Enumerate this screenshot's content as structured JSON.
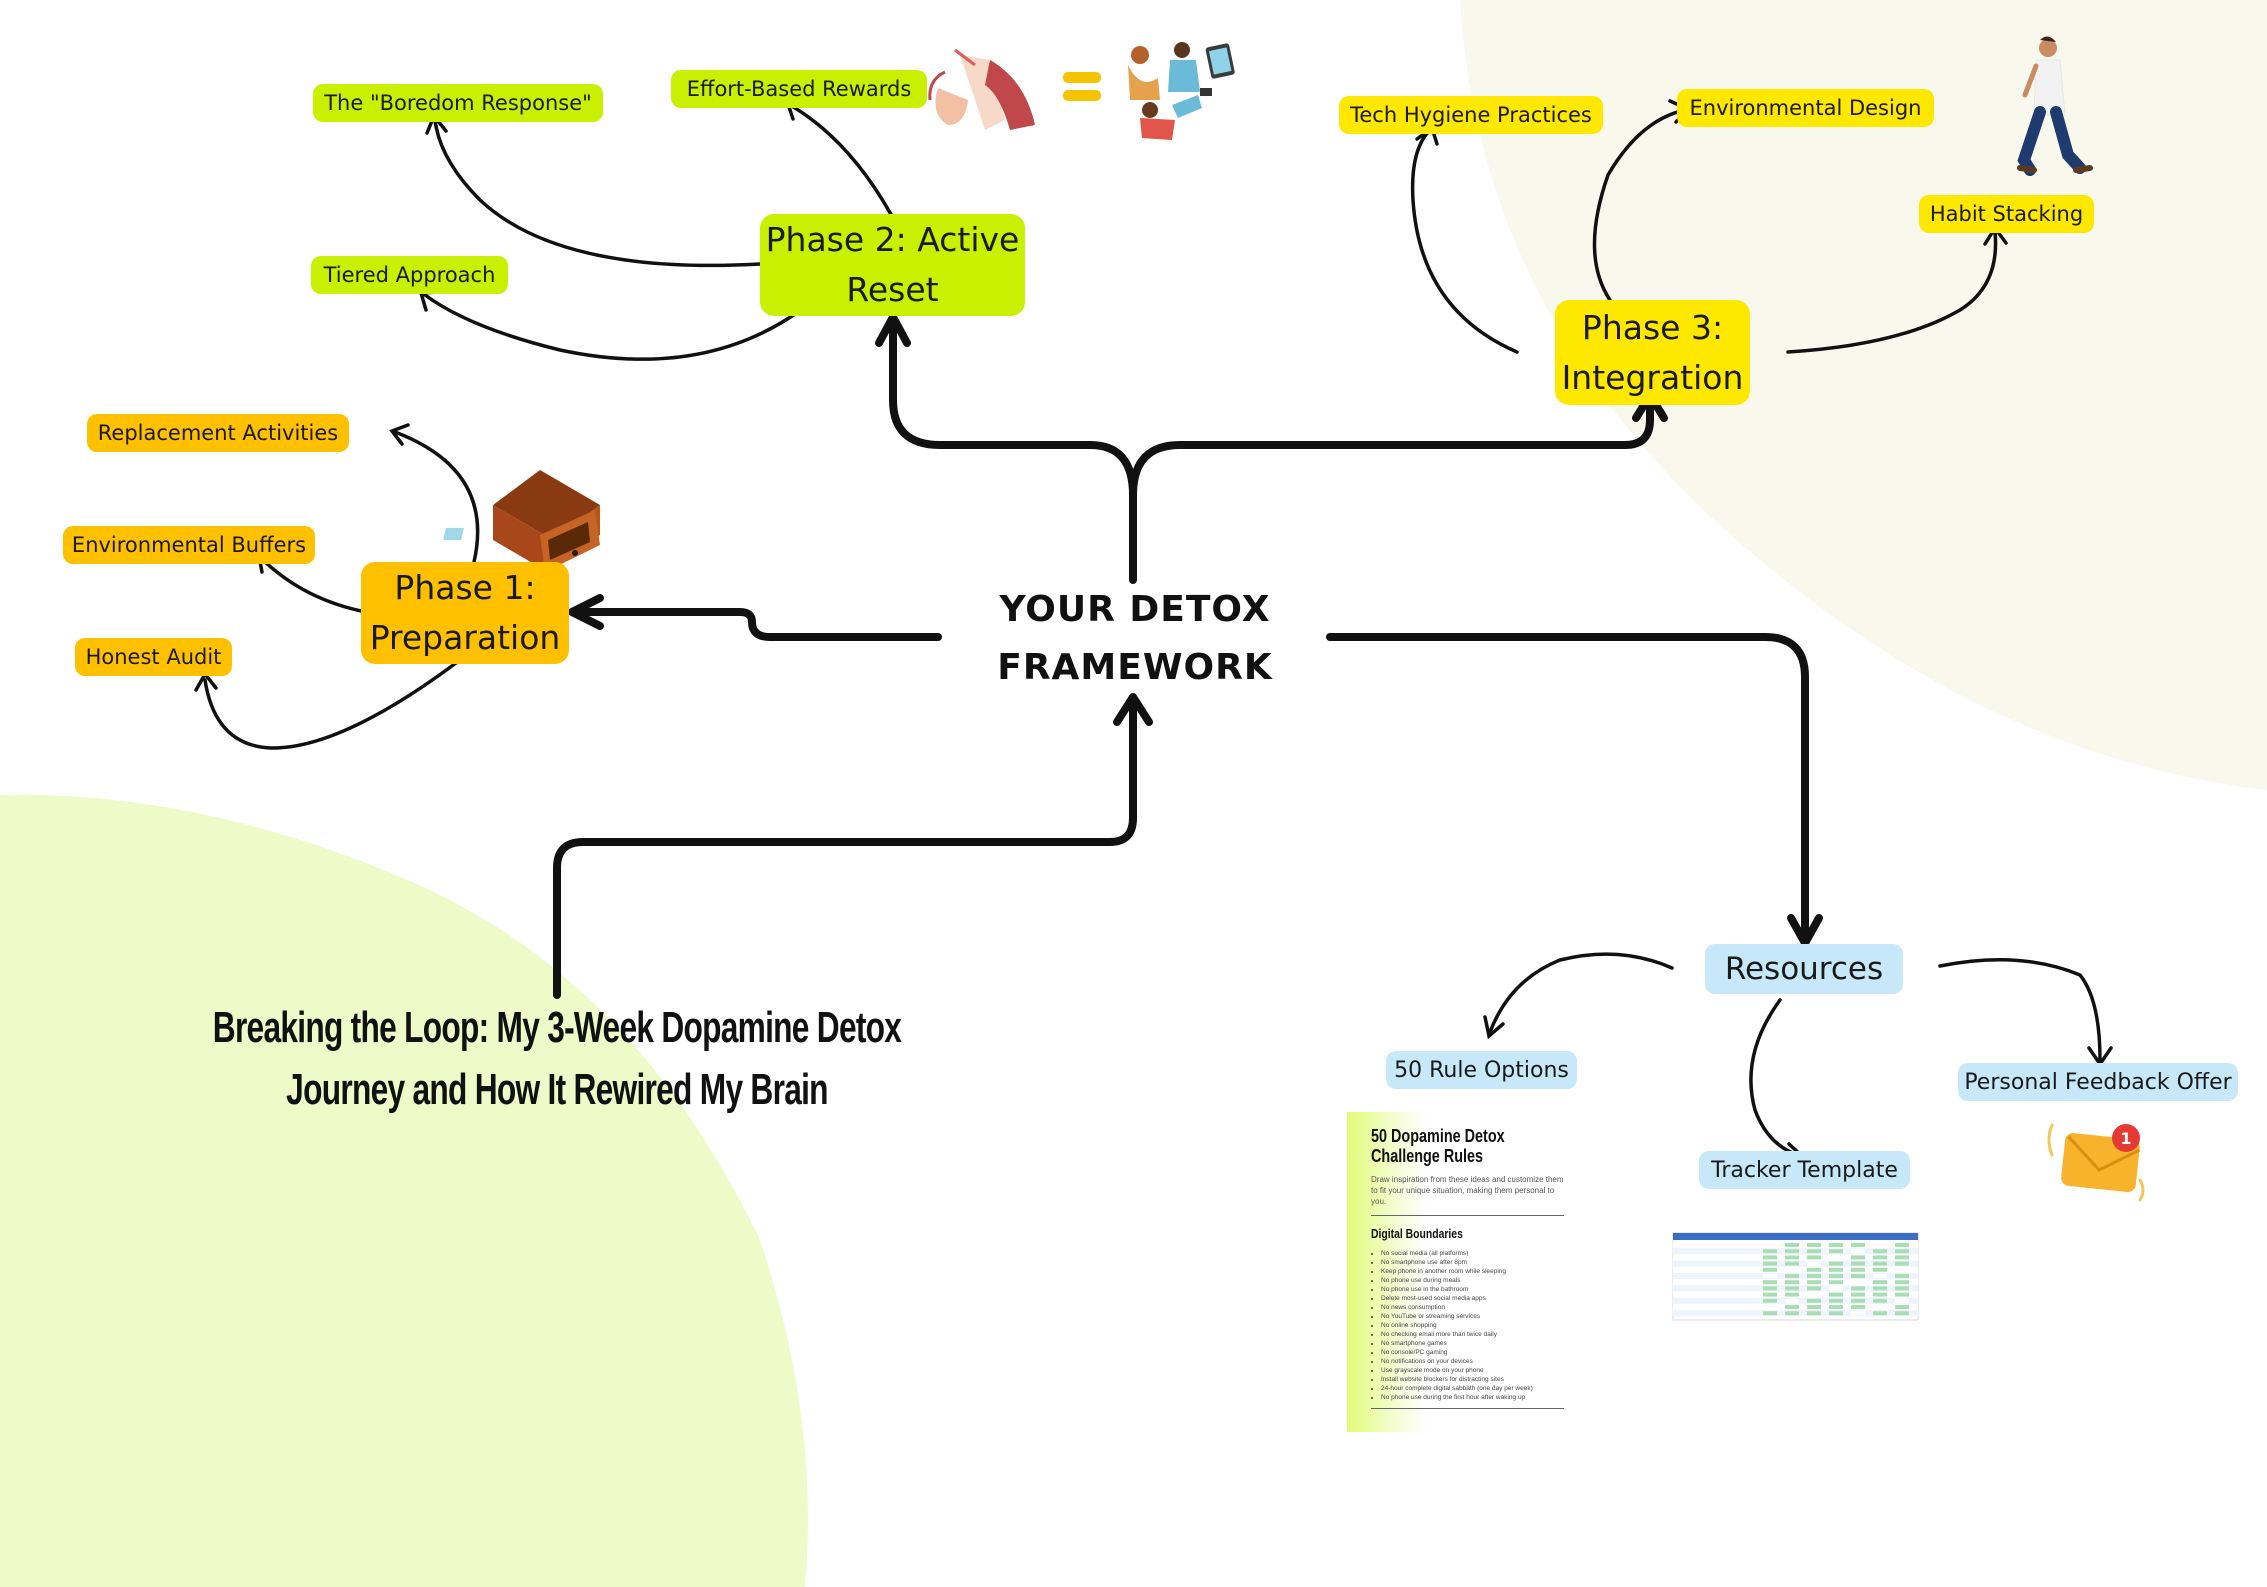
{
  "center": {
    "line1": "YOUR DETOX",
    "line2": "FRAMEWORK"
  },
  "blog_title": {
    "line1": "Breaking the Loop: My 3-Week Dopamine Detox",
    "line2": "Journey and How It Rewired My Brain"
  },
  "phase1": {
    "line1": "Phase 1:",
    "line2": "Preparation",
    "color": "#FFC000",
    "children": [
      "Replacement Activities",
      "Environmental Buffers",
      "Honest Audit"
    ]
  },
  "phase2": {
    "line1": "Phase 2: Active",
    "line2": "Reset",
    "color": "#C8F000",
    "children": [
      "The \"Boredom Response\"",
      "Effort-Based Rewards",
      "Tiered Approach"
    ]
  },
  "phase3": {
    "line1": "Phase 3:",
    "line2": "Integration",
    "color": "#FFE800",
    "children": [
      "Tech Hygiene Practices",
      "Environmental Design",
      "Habit Stacking"
    ]
  },
  "resources": {
    "label": "Resources",
    "color": "#C6E8F8",
    "children": [
      "50 Rule Options",
      "Tracker Template",
      "Personal Feedback Offer"
    ]
  },
  "rules_doc": {
    "title1": "50 Dopamine Detox",
    "title2": "Challenge Rules",
    "intro": "Draw inspiration from these ideas and customize them to fit your unique situation, making them personal to you.",
    "section": "Digital Boundaries",
    "items": [
      "No social media (all platforms)",
      "No smartphone use after 8pm",
      "Keep phone in another room while sleeping",
      "No phone use during meals",
      "No phone use in the bathroom",
      "Delete most-used social media apps",
      "No news consumption",
      "No YouTube or streaming services",
      "No online shopping",
      "No checking email more than twice daily",
      "No smartphone games",
      "No console/PC gaming",
      "No notifications on your devices",
      "Use grayscale mode on your phone",
      "Install website blockers for distracting sites",
      "24-hour complete digital sabbath (one day per week)",
      "No phone use during the first hour after waking up"
    ]
  },
  "notification_badge": "1",
  "colors": {
    "line": "#111111",
    "green_blob": "#EEFBC9",
    "cream_blob": "#F8F9EC"
  },
  "icons": [
    "drawer-icon",
    "hand-writing-icon",
    "equals-icon",
    "people-group-icon",
    "walking-person-icon",
    "envelope-notification-icon",
    "tracker-sheet-icon"
  ]
}
